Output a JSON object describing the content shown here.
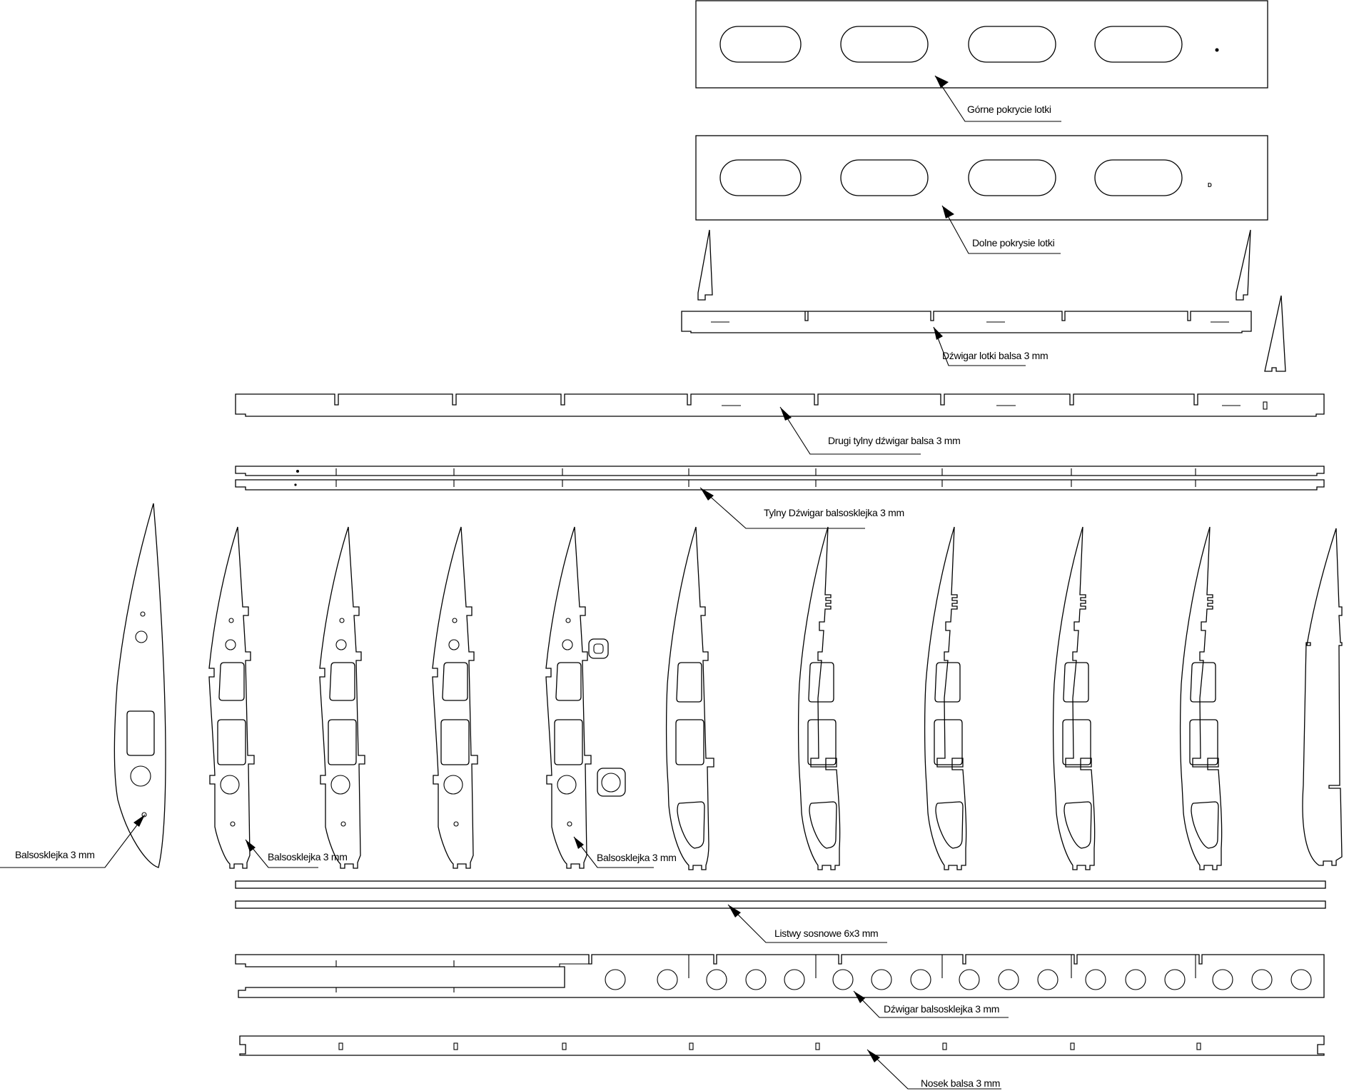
{
  "labels": {
    "gorne_pokrycie": "Górne pokrycie lotki",
    "dolne_pokrycie": "Dolne pokrysie lotki",
    "dzwigar_lotki": "Dźwigar lotki balsa 3 mm",
    "drugi_tylny": "Drugi tylny dźwigar balsa 3 mm",
    "tylny_dzwigar": "Tylny Dźwigar balsosklejka 3 mm",
    "balsosklejka_left": "Balsosklejka 3 mm",
    "balsosklejka_mid": "Balsosklejka 3 mm",
    "balsosklejka_right": "Balsosklejka 3 mm",
    "listwy": "Listwy sosnowe 6x3 mm",
    "dzwigar_balsosklejka": "Dźwigar balsosklejka 3 mm",
    "nosek": "Nosek balsa 3 mm"
  },
  "small_marks": {
    "dolne_mark": "D"
  },
  "colors": {
    "line": "#000000",
    "background": "#ffffff"
  }
}
